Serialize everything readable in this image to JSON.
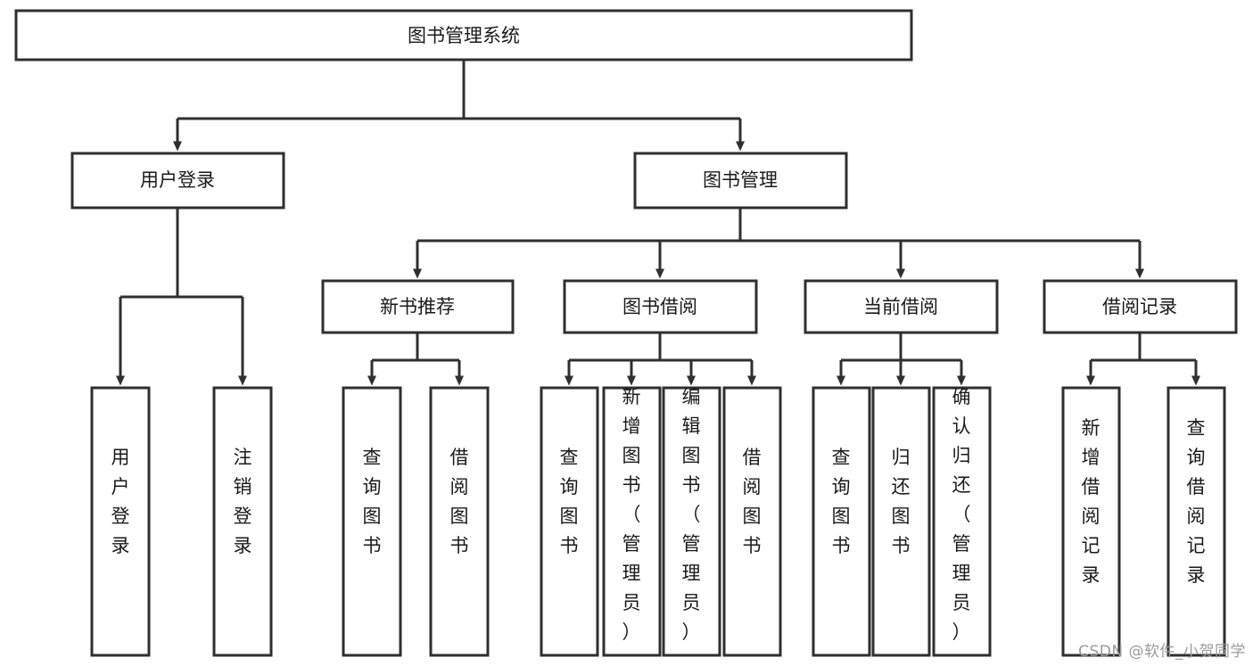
{
  "diagram": {
    "type": "tree",
    "title": "图书管理系统",
    "watermark": "CSDN @软件_小贺同学",
    "colors": {
      "box_stroke": "#2f2f2f",
      "box_fill": "#ffffff",
      "text": "#1a1a1a",
      "background": "#ffffff",
      "watermark": "#9a9a9a"
    },
    "root": {
      "label": "图书管理系统"
    },
    "level2": [
      {
        "label": "用户登录"
      },
      {
        "label": "图书管理"
      }
    ],
    "level3": [
      {
        "label": "新书推荐"
      },
      {
        "label": "图书借阅"
      },
      {
        "label": "当前借阅"
      },
      {
        "label": "借阅记录"
      }
    ],
    "leaves": {
      "user_login": [
        {
          "label": "用户登录"
        },
        {
          "label": "注销登录"
        }
      ],
      "new_book": [
        {
          "label": "查询图书"
        },
        {
          "label": "借阅图书"
        }
      ],
      "book_borrow": [
        {
          "label": "查询图书"
        },
        {
          "label": "新增图书（管理员）"
        },
        {
          "label": "编辑图书（管理员）"
        },
        {
          "label": "借阅图书"
        }
      ],
      "current_borrow": [
        {
          "label": "查询图书"
        },
        {
          "label": "归还图书"
        },
        {
          "label": "确认归还（管理员）"
        }
      ],
      "borrow_record": [
        {
          "label": "新增借阅记录"
        },
        {
          "label": "查询借阅记录"
        }
      ]
    }
  }
}
